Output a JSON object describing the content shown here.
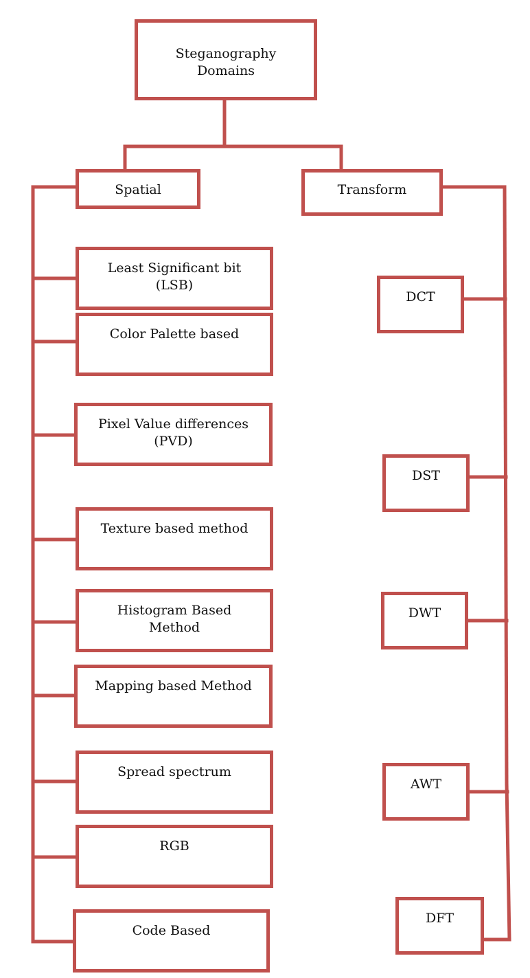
{
  "colors": {
    "line": "#c0504d",
    "box_fill": "#ffffff",
    "text": "#111111"
  },
  "root": {
    "label": "Steganography\nDomains"
  },
  "spatial": {
    "label": "Spatial",
    "children": [
      "Least Significant bit\n(LSB)",
      "Color Palette based",
      "Pixel Value differences\n(PVD)",
      "Texture based method",
      "Histogram Based\nMethod",
      "Mapping based Method",
      "Spread spectrum",
      "RGB",
      "Code Based"
    ]
  },
  "transform": {
    "label": "Transform",
    "children": [
      "DCT",
      "DST",
      "DWT",
      "AWT",
      "DFT"
    ]
  }
}
